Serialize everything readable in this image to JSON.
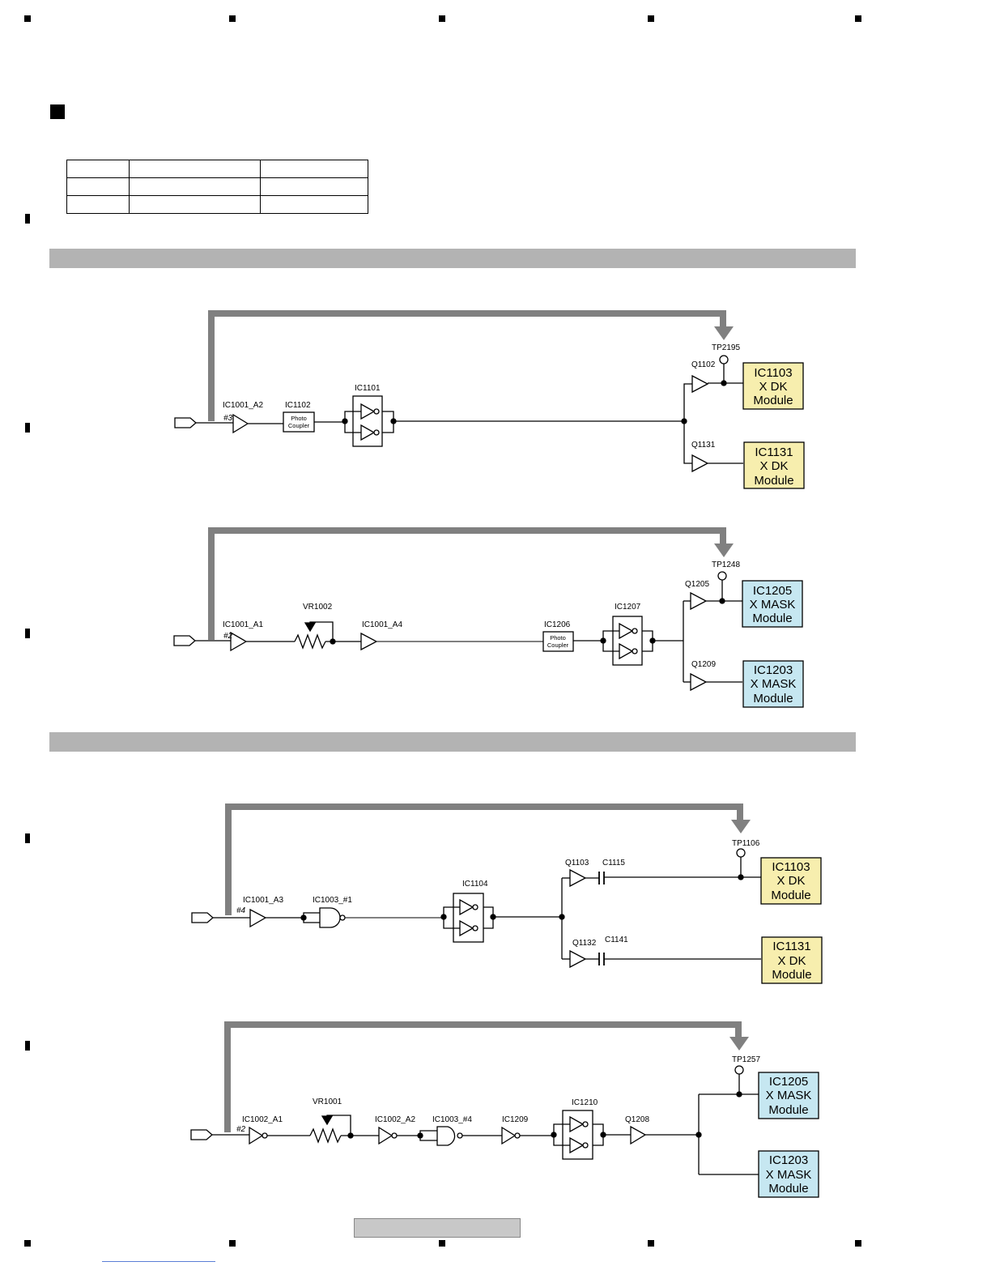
{
  "colors": {
    "dk_module_fill": "#f7eeae",
    "mask_module_fill": "#c6e7f1",
    "arrow": "#808080",
    "band": "#b3b3b3"
  },
  "diagrams": [
    {
      "id": "d1",
      "testpoint": "TP2195",
      "input_pin": "#3",
      "components": [
        "IC1001_A2",
        "IC1102",
        "IC1101"
      ],
      "photo_coupler": [
        "Photo",
        "Coupler"
      ],
      "branches": [
        {
          "transistor": "Q1102",
          "module": [
            "IC1103",
            "X DK",
            "Module"
          ]
        },
        {
          "transistor": "Q1131",
          "module": [
            "IC1131",
            "X DK",
            "Module"
          ]
        }
      ]
    },
    {
      "id": "d2",
      "testpoint": "TP1248",
      "input_pin": "#2",
      "components": [
        "IC1001_A1",
        "VR1002",
        "IC1001_A4",
        "IC1206",
        "IC1207"
      ],
      "photo_coupler": [
        "Photo",
        "Coupler"
      ],
      "branches": [
        {
          "transistor": "Q1205",
          "module": [
            "IC1205",
            "X MASK",
            "Module"
          ]
        },
        {
          "transistor": "Q1209",
          "module": [
            "IC1203",
            "X MASK",
            "Module"
          ]
        }
      ]
    },
    {
      "id": "d3",
      "testpoint": "TP1106",
      "input_pin": "#4",
      "components": [
        "IC1001_A3",
        "IC1003_#1",
        "IC1104"
      ],
      "branches": [
        {
          "transistor": "Q1103",
          "capacitor": "C1115",
          "module": [
            "IC1103",
            "X DK",
            "Module"
          ]
        },
        {
          "transistor": "Q1132",
          "capacitor": "C1141",
          "module": [
            "IC1131",
            "X DK",
            "Module"
          ]
        }
      ]
    },
    {
      "id": "d4",
      "testpoint": "TP1257",
      "input_pin": "#2",
      "components": [
        "IC1002_A1",
        "VR1001",
        "IC1002_A2",
        "IC1003_#4",
        "IC1209",
        "IC1210",
        "Q1208"
      ],
      "branches": [
        {
          "module": [
            "IC1205",
            "X MASK",
            "Module"
          ]
        },
        {
          "module": [
            "IC1203",
            "X MASK",
            "Module"
          ]
        }
      ]
    }
  ]
}
